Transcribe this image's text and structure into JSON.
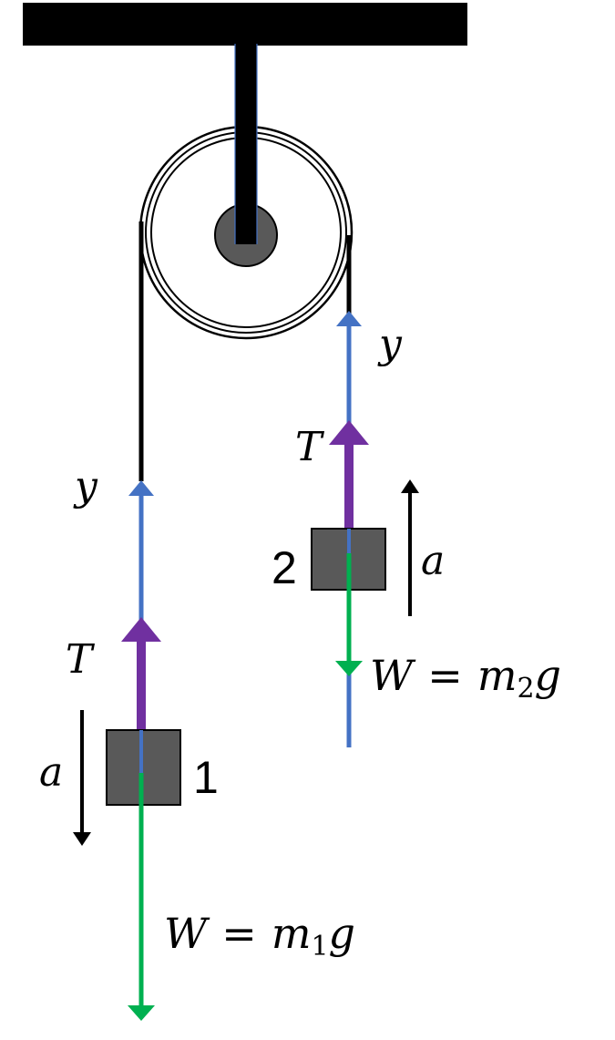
{
  "colors": {
    "ceiling": "#000000",
    "block": "#595959",
    "rope": "#000000",
    "axis": "#4472c4",
    "tension": "#7030a0",
    "weight": "#00b050",
    "accel": "#000000"
  },
  "block1": {
    "id_label": "1",
    "y_label": "y",
    "tension_label": "T",
    "accel_label": "a",
    "weight_W": "W",
    "weight_eq": "=",
    "weight_m": "m",
    "weight_sub": "1",
    "weight_g": "g"
  },
  "block2": {
    "id_label": "2",
    "y_label": "y",
    "tension_label": "T",
    "accel_label": "a",
    "weight_W": "W",
    "weight_eq": "=",
    "weight_m": "m",
    "weight_sub": "2",
    "weight_g": "g"
  }
}
